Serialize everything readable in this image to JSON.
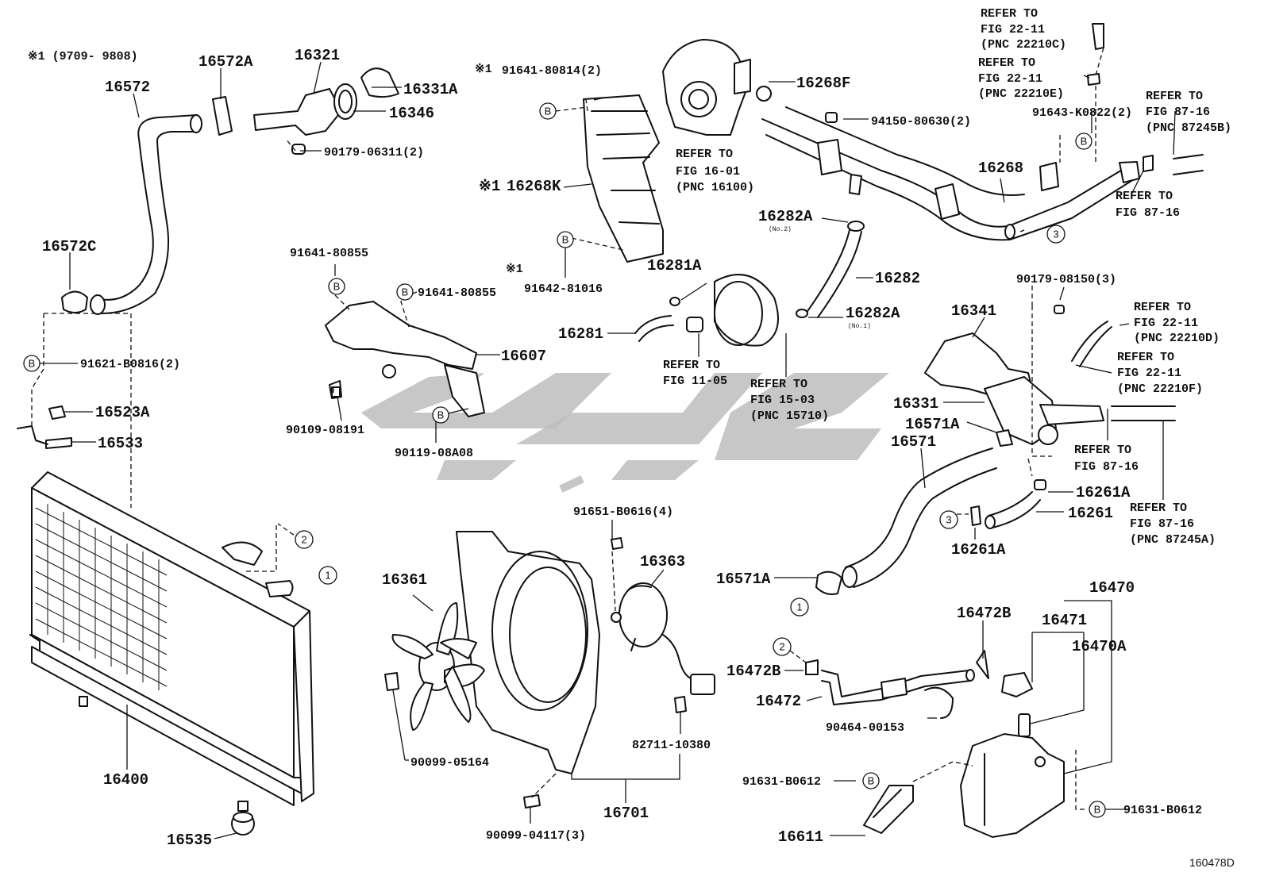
{
  "diagram_id": "160478D",
  "variant_note": "※1 (9709- 9808)",
  "markers": {
    "b": "B",
    "c1": "1",
    "c2": "2",
    "c3": "3",
    "star": "※1"
  },
  "parts": {
    "p16572": "16572",
    "p16572A": "16572A",
    "p16572C": "16572C",
    "p16321": "16321",
    "p16331A": "16331A",
    "p16346": "16346",
    "p90179_06311": "90179-06311(2)",
    "p91641_80814": "91641-80814(2)",
    "p16268K": "16268K",
    "p91642_81016": "91642-81016",
    "p16268F": "16268F",
    "p94150": "94150-80630(2)",
    "p16268": "16268",
    "p91643": "91643-K0822(2)",
    "p16282A_1": "16282A",
    "p16282A_1_sub": "(No.2)",
    "p16282": "16282",
    "p16282A_2": "16282A",
    "p16282A_2_sub": "(No.1)",
    "p16281A": "16281A",
    "p16281": "16281",
    "p91641_80855a": "91641-80855",
    "p91641_80855b": "91641-80855",
    "p16607": "16607",
    "p90109": "90109-08191",
    "p90119": "90119-08A08",
    "p91621": "91621-B0816(2)",
    "p16523A": "16523A",
    "p16533": "16533",
    "p16400": "16400",
    "p16535": "16535",
    "p90179_08150": "90179-08150(3)",
    "p16341": "16341",
    "p16331": "16331",
    "p16571A_1": "16571A",
    "p16571": "16571",
    "p16571A_2": "16571A",
    "p16261A_1": "16261A",
    "p16261": "16261",
    "p16261A_2": "16261A",
    "p91651": "91651-B0616(4)",
    "p16361": "16361",
    "p16363": "16363",
    "p90099_05164": "90099-05164",
    "p82711": "82711-10380",
    "p90099_04117": "90099-04117(3)",
    "p16701": "16701",
    "p16470": "16470",
    "p16471": "16471",
    "p16470A": "16470A",
    "p16472B_1": "16472B",
    "p16472B_2": "16472B",
    "p16472": "16472",
    "p90464": "90464-00153",
    "p91631_a": "91631-B0612",
    "p91631_b": "91631-B0612",
    "p16611": "16611"
  },
  "refs": {
    "r16_01": [
      "REFER TO",
      "FIG 16-01",
      "(PNC 16100)"
    ],
    "r22_11c": [
      "REFER TO",
      "FIG 22-11",
      "(PNC 22210C)"
    ],
    "r22_11e": [
      "REFER TO",
      "FIG 22-11",
      "(PNC 22210E)"
    ],
    "r87_16b": [
      "REFER TO",
      "FIG 87-16",
      "(PNC 87245B)"
    ],
    "r87_16_top": [
      "REFER TO",
      "FIG 87-16"
    ],
    "r11_05": [
      "REFER TO",
      "FIG 11-05"
    ],
    "r15_03": [
      "REFER TO",
      "FIG 15-03",
      "(PNC 15710)"
    ],
    "r22_11d": [
      "REFER TO",
      "FIG 22-11",
      "(PNC 22210D)"
    ],
    "r22_11f": [
      "REFER TO",
      "FIG 22-11",
      "(PNC 22210F)"
    ],
    "r87_16_mid": [
      "REFER TO",
      "FIG 87-16"
    ],
    "r87_16a": [
      "REFER TO",
      "FIG 87-16",
      "(PNC 87245A)"
    ]
  }
}
